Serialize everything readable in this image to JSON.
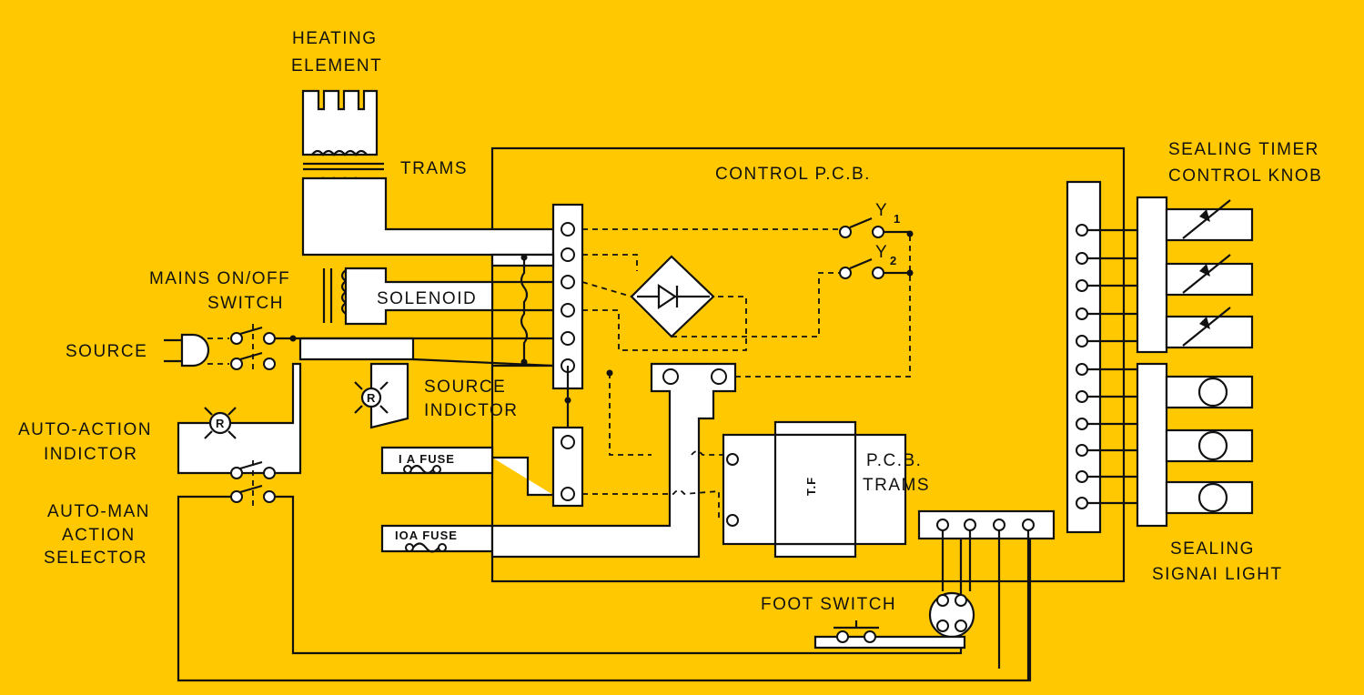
{
  "colors": {
    "background": "#FFC800",
    "line": "#111111",
    "fill": "#FFFFFF"
  },
  "labels": {
    "heating_element_1": "HEATING",
    "heating_element_2": "ELEMENT",
    "trams": "TRAMS",
    "control_pcb": "CONTROL P.C.B.",
    "y1": "Y",
    "y1_sub": "1",
    "y2": "Y",
    "y2_sub": "2",
    "sealing_timer_1": "SEALING TIMER",
    "sealing_timer_2": "CONTROL KNOB",
    "mains_switch_1": "MAINS ON/OFF",
    "mains_switch_2": "SWITCH",
    "solenoid": "SOLENOID",
    "source": "SOURCE",
    "source_indicator_1": "SOURCE",
    "source_indicator_2": "INDICTOR",
    "auto_action_1": "AUTO-ACTION",
    "auto_action_2": "INDICTOR",
    "auto_man_1": "AUTO-MAN",
    "auto_man_2": "ACTION",
    "auto_man_3": "SELECTOR",
    "fuse_1a": "I A FUSE",
    "fuse_10a": "IOA FUSE",
    "pcb_trams_1": "P.C.B.",
    "pcb_trams_2": "TRAMS",
    "transformer": "T.F",
    "sealing_signal_1": "SEALING",
    "sealing_signal_2": "SIGNAI LIGHT",
    "foot_switch": "FOOT SWITCH",
    "indicator_symbol": "R"
  }
}
